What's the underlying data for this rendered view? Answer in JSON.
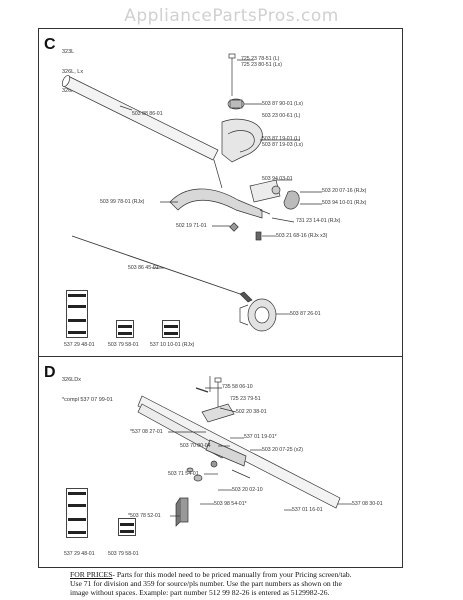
{
  "watermark": "AppliancePartsPros.com",
  "sections": [
    {
      "letter": "C",
      "models": [
        "323L",
        "326L, Lx",
        "326RJx"
      ],
      "labels": [
        "725 23 78-51 (L)",
        "725 23 80-51 (Lx)",
        "503 87 90-01 (Lx)",
        "503 23 00-61 (L)",
        "503 88 86-01",
        "503 87 19-01 (L)",
        "503 87 19-03 (Lx)",
        "503 94 03-01",
        "503 20 07-16 (RJx)",
        "503 94 10-01 (RJx)",
        "503 99 78-01 (RJx)",
        "731 23 14-01 (RJx)",
        "502 19 71-01",
        "503 21 68-16 (RJx x3)",
        "503 86 45-01",
        "503 87 26-01",
        "537 29 48-01",
        "503 79 58-01",
        "537 10 10-01 (RJx)"
      ]
    },
    {
      "letter": "D",
      "models": [
        "326LDx",
        "*compl 537 07 99-01"
      ],
      "labels": [
        "735 58 06-10",
        "725 23 79-51",
        "502 20 38-01",
        "*537 08 27-01",
        "537 01 19-01*",
        "503 70 80-04",
        "503 20 07-25 (x2)",
        "503 71 54-01",
        "503 20 02-10",
        "503 98 54-01*",
        "*503 78 52-01",
        "537 01 16-01",
        "537 08 30-01",
        "537 29 48-01",
        "503 79 58-01"
      ]
    }
  ],
  "footer": {
    "prices_label": "FOR PRICES",
    "prices_text": "- Parts for this model need to be priced manually from your Pricing screen/tab.",
    "line2": "Use 71 for division and 359 for source/pls number.  Use the part numbers as shown on the",
    "line3": "image without spaces.  Example: part number 512 99 82-26 is entered as 5129982-26."
  }
}
